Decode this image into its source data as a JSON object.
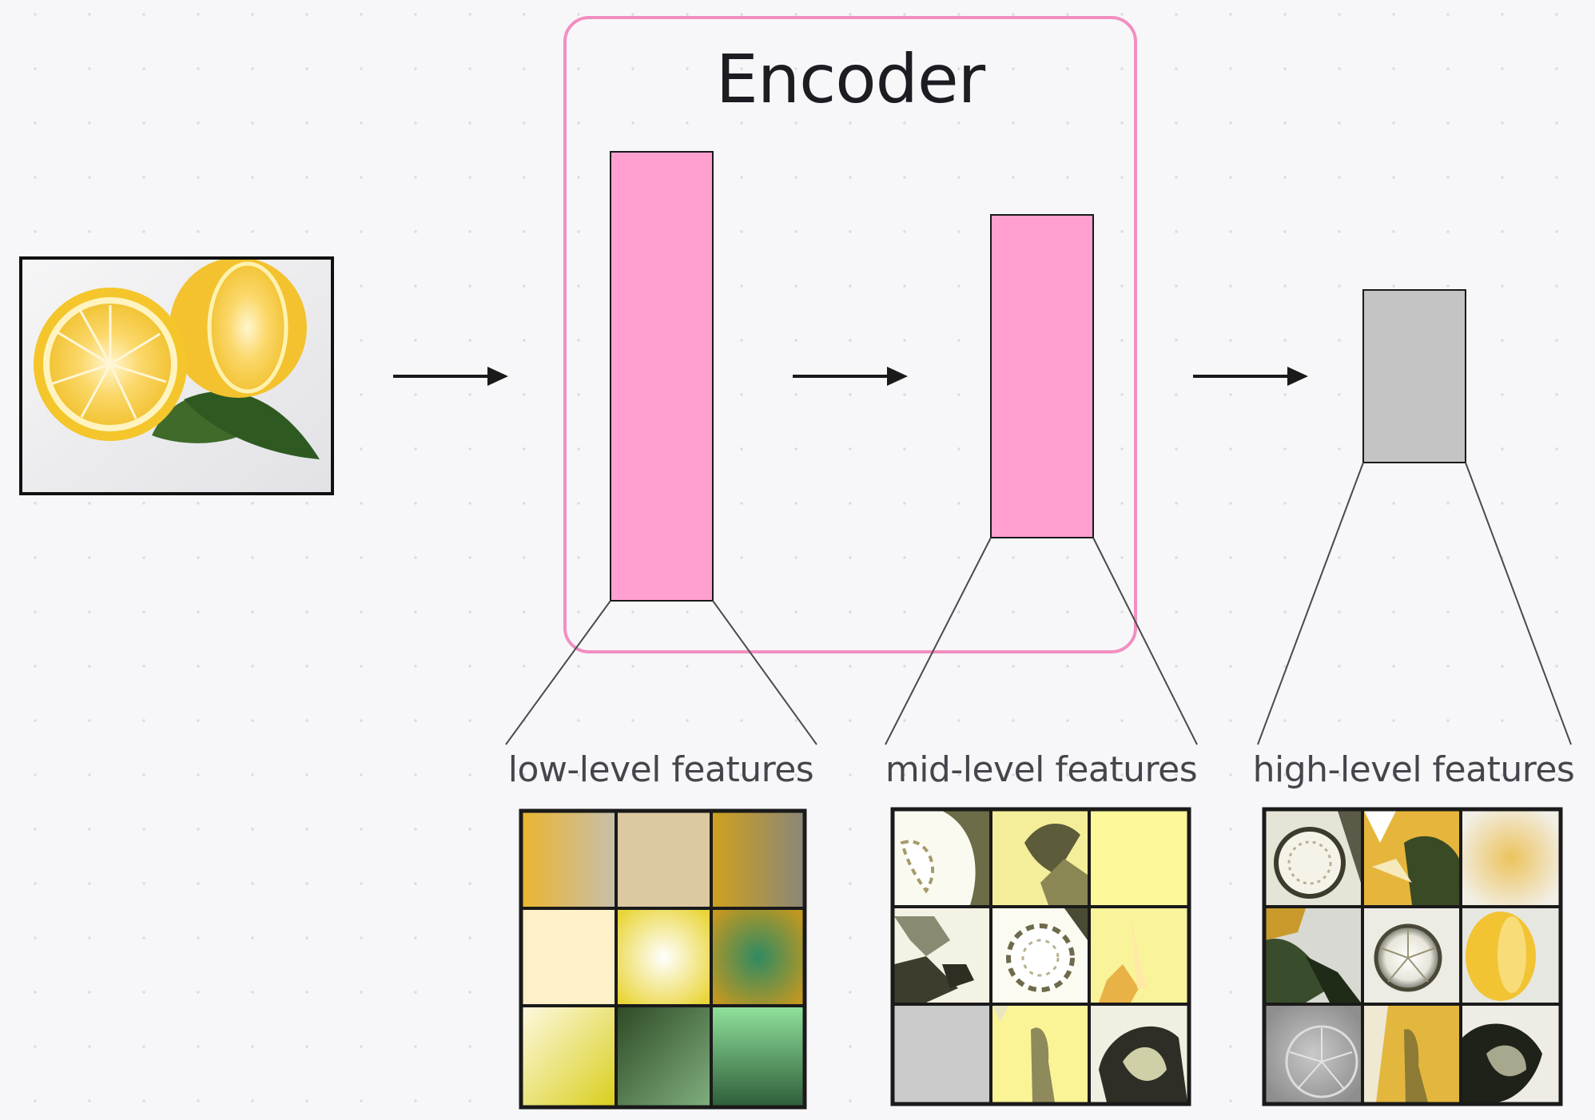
{
  "encoder": {
    "title": "Encoder"
  },
  "stages": [
    {
      "label": "low-level features"
    },
    {
      "label": "mid-level features"
    },
    {
      "label": "high-level features"
    }
  ],
  "colors": {
    "encoder_accent": "#f28fc0",
    "encoder_bar": "#ffa0d0",
    "output_bar": "#c4c4c4",
    "lemon_yellow": "#f6c92c",
    "leaf_green": "#3f6a2a"
  },
  "icons": [
    "lemon-image",
    "arrow-right-icon"
  ]
}
